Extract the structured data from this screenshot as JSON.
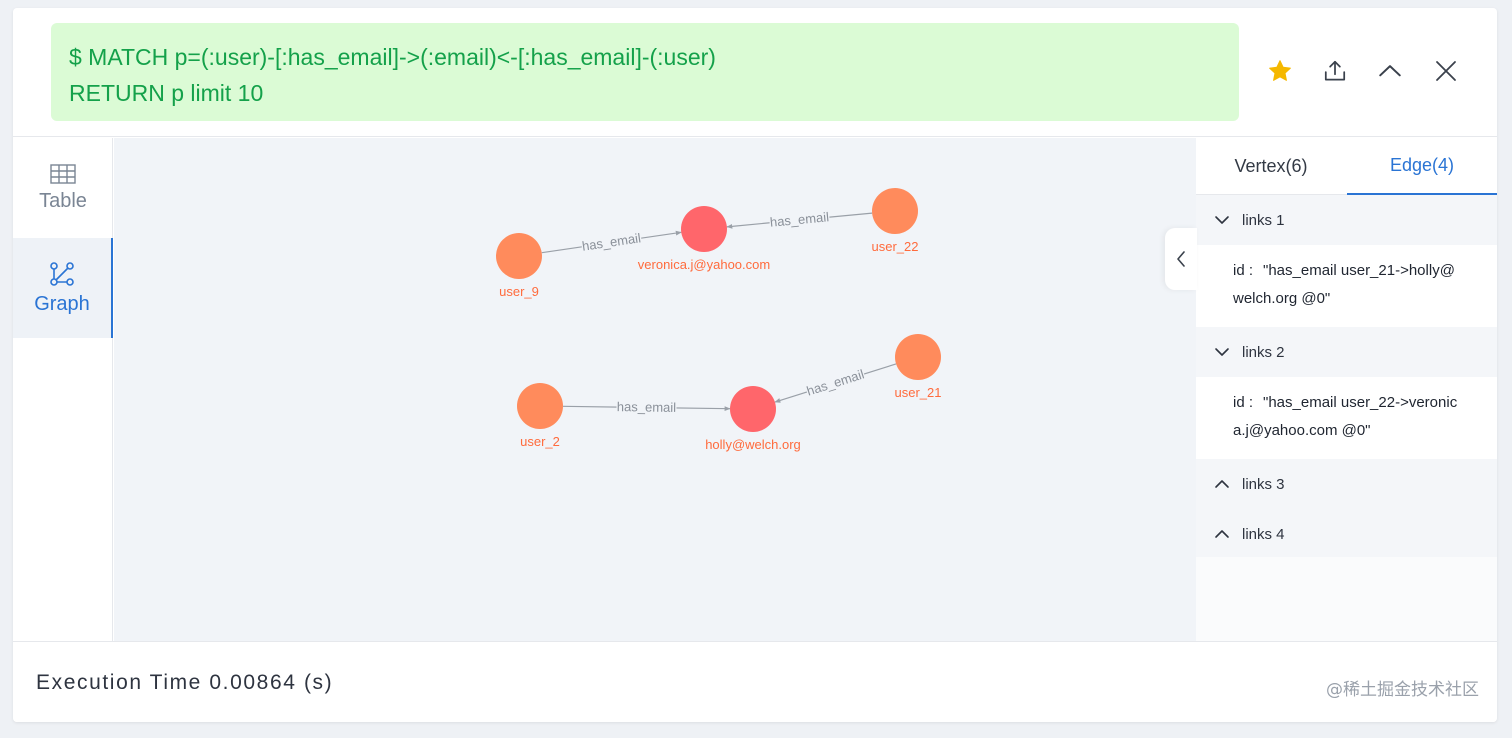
{
  "query": {
    "line1": "$ MATCH p=(:user)-[:has_email]->(:email)<-[:has_email]-(:user)",
    "line2": "RETURN p limit 10"
  },
  "header_icons": [
    "star-icon",
    "share-icon",
    "chevron-up-icon",
    "close-icon"
  ],
  "sidebar": {
    "items": [
      {
        "label": "Table",
        "icon": "table-icon"
      },
      {
        "label": "Graph",
        "icon": "graph-icon",
        "active": true
      }
    ]
  },
  "graph": {
    "nodes": [
      {
        "id": "user_9",
        "label": "user_9",
        "type": "user"
      },
      {
        "id": "veronica",
        "label": "veronica.j@yahoo.com",
        "type": "email"
      },
      {
        "id": "user_22",
        "label": "user_22",
        "type": "user"
      },
      {
        "id": "user_2",
        "label": "user_2",
        "type": "user"
      },
      {
        "id": "holly",
        "label": "holly@welch.org",
        "type": "email"
      },
      {
        "id": "user_21",
        "label": "user_21",
        "type": "user"
      }
    ],
    "edges": [
      {
        "from": "user_9",
        "to": "veronica",
        "label": "has_email"
      },
      {
        "from": "user_22",
        "to": "veronica",
        "label": "has_email"
      },
      {
        "from": "user_2",
        "to": "holly",
        "label": "has_email"
      },
      {
        "from": "user_21",
        "to": "holly",
        "label": "has_email"
      }
    ],
    "colors": {
      "user": "#ff8b5c",
      "email": "#ff666b",
      "label": "#ff6b3d",
      "edge": "#9aa0a8"
    }
  },
  "panel": {
    "tabs": [
      {
        "label": "Vertex(6)",
        "active": false
      },
      {
        "label": "Edge(4)",
        "active": true
      }
    ],
    "links": [
      {
        "title": "links 1",
        "expanded": true,
        "key": "id :",
        "value_line1": "\"has_email user_21->holly@",
        "value_line2": "welch.org @0\""
      },
      {
        "title": "links 2",
        "expanded": true,
        "key": "id :",
        "value_line1": "\"has_email user_22->veronic",
        "value_line2": "a.j@yahoo.com @0\""
      },
      {
        "title": "links 3",
        "expanded": false
      },
      {
        "title": "links 4",
        "expanded": false
      }
    ]
  },
  "footer": {
    "execution": "Execution Time 0.00864 (s)"
  },
  "watermark": "@稀土掘金技术社区",
  "colors": {
    "accent": "#2a74d4",
    "query_bg": "#dbfbd5",
    "query_text": "#14a14a",
    "star": "#f5b800"
  }
}
